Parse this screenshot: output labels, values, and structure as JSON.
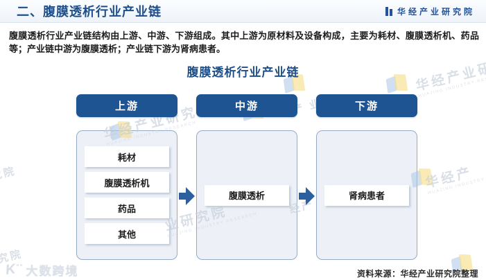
{
  "header": {
    "title": "二、腹膜透析行业产业链",
    "logo_text": "华经产业研究院"
  },
  "intro": {
    "text": "腹膜透析行业产业链结构由上游、中游、下游组成。其中上游为原材料及设备构成，主要为耗材、腹膜透析机、药品等；产业链中游为腹膜透析；产业链下游为肾病患者。"
  },
  "figure": {
    "title": "腹膜透析行业产业链",
    "columns": [
      {
        "header": "上游",
        "items": [
          "耗材",
          "腹膜透析机",
          "药品",
          "其他"
        ]
      },
      {
        "header": "中游",
        "items": [
          "腹膜透析"
        ]
      },
      {
        "header": "下游",
        "items": [
          "肾病患者"
        ]
      }
    ]
  },
  "footer": {
    "source": "资料来源：华经产业研究院整理",
    "corner_logo": "大数跨境"
  },
  "watermark": {
    "subtext": "HUAJING INDUSTRY RESEARCH",
    "fragments": [
      "华经产业研究院",
      "华经产业研究院",
      "业研究院",
      "华经产",
      "产 业",
      "经产",
      "究院",
      "研究院"
    ]
  },
  "colors": {
    "accent_dark_blue": "#1f5493",
    "title_blue": "#1d4e89",
    "arrow_blue": "#2b5f9e",
    "panel_fill": "#edf1f7",
    "panel_border": "#93aac6"
  }
}
